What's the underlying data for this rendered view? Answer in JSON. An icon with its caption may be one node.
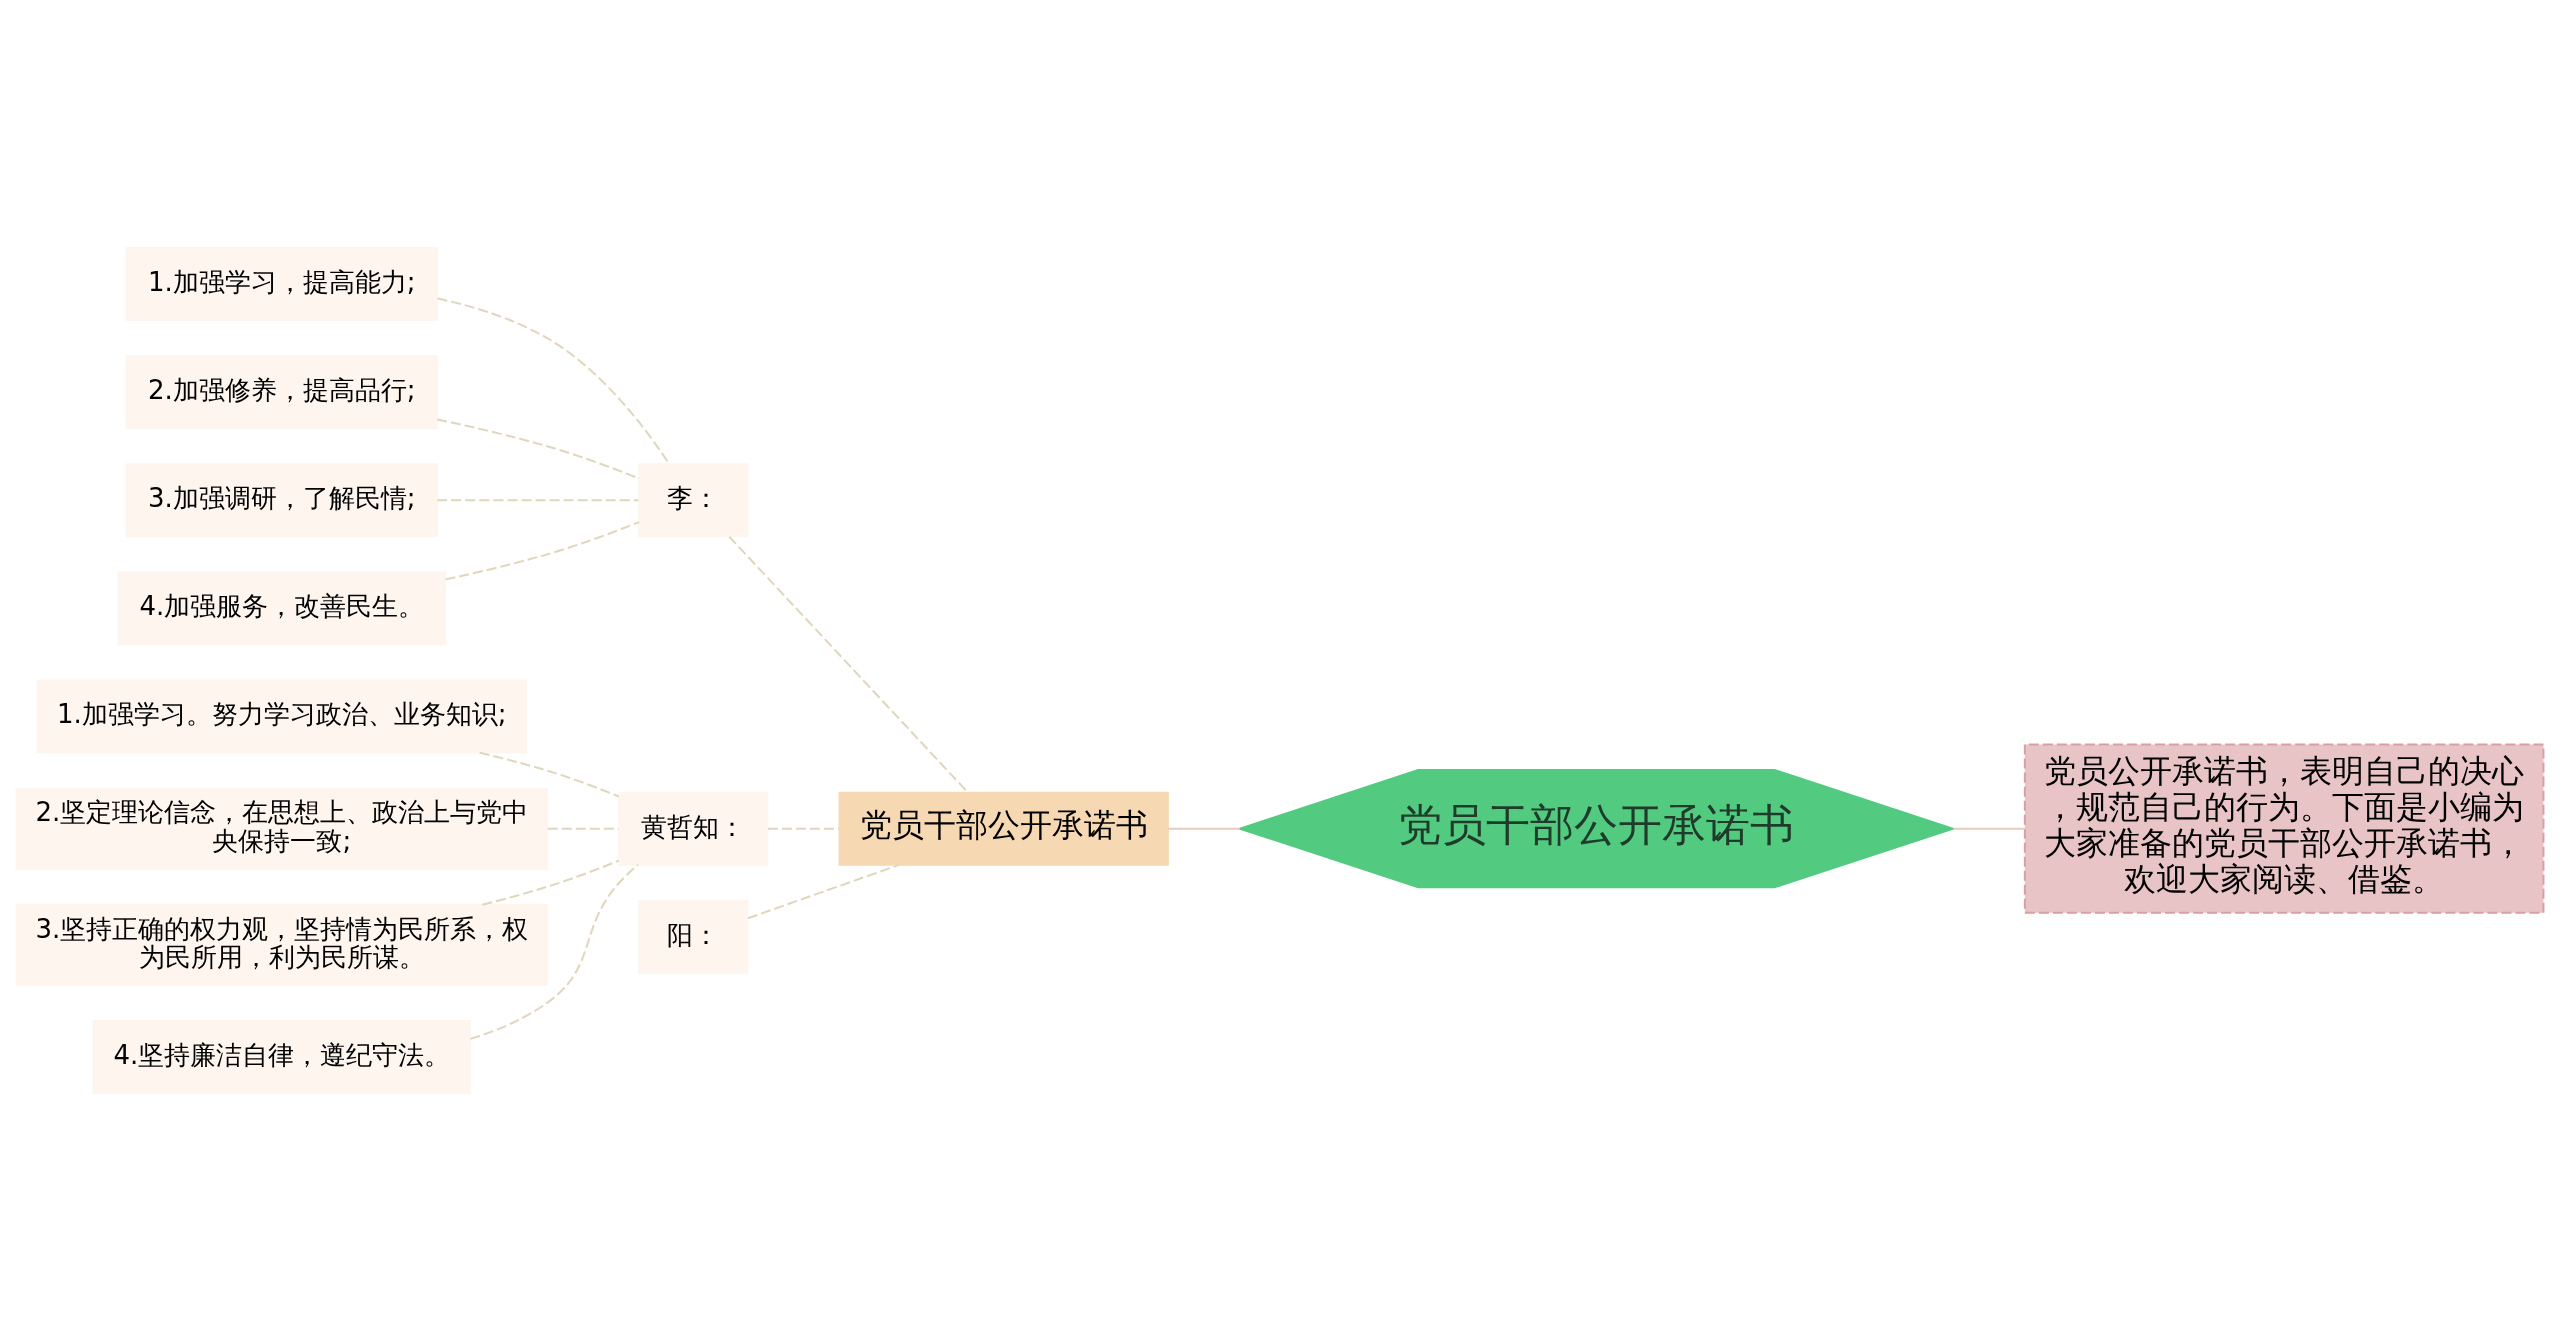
{
  "diagram": {
    "nodes": [
      {
        "text": [
          "党员干部公开承诺书"
        ]
      },
      {
        "text": [
          "党员公开承诺书，表明自己的决心，规范自己的行为。下面是小编为大家准备的党员干部公开承诺书，欢迎大家阅读、借鉴。"
        ]
      },
      {
        "text": [
          "党员干部公开承诺书"
        ]
      },
      {
        "text": [
          "李："
        ]
      },
      {
        "text": [
          "1.加强学习，提高能力;"
        ]
      },
      {
        "text": [
          "2.加强修养，提高品行;"
        ]
      },
      {
        "text": [
          "3.加强调研，了解民情;"
        ]
      },
      {
        "text": [
          "4.加强服务，改善民生。"
        ]
      },
      {
        "text": [
          "黄哲知："
        ]
      },
      {
        "text": [
          "1.加强学习。努力学习政治、业务知识;"
        ]
      },
      {
        "text": [
          "2.坚定理论信念，在思想上、政治上与党中央保持一致;"
        ]
      },
      {
        "text": [
          "3.坚持正确的权力观，坚持情为民所系，权为民所用，利为民所谋。"
        ]
      },
      {
        "text": [
          "4.坚持廉洁自律，遵纪守法。"
        ]
      },
      {
        "text": [
          "阳："
        ]
      }
    ],
    "edges": [
      {
        "from": 0,
        "to": 1,
        "arrow": "none",
        "color": "#e8cbbb"
      },
      {
        "from": 0,
        "to": 2,
        "arrow": "none",
        "color": "#e8cbbb"
      },
      {
        "from": 2,
        "to": 3,
        "arrow": "none",
        "style": "dashed"
      },
      {
        "from": 2,
        "to": 8,
        "arrow": "none",
        "style": "dashed"
      },
      {
        "from": 2,
        "to": 13,
        "arrow": "none",
        "style": "dashed"
      },
      {
        "from": 3,
        "to": 4,
        "arrow": "none",
        "style": "dashed"
      },
      {
        "from": 3,
        "to": 5,
        "arrow": "none",
        "style": "dashed"
      },
      {
        "from": 3,
        "to": 6,
        "arrow": "none",
        "style": "dashed"
      },
      {
        "from": 3,
        "to": 7,
        "arrow": "none",
        "style": "dashed"
      },
      {
        "from": 8,
        "to": 9,
        "arrow": "none",
        "style": "dashed"
      },
      {
        "from": 8,
        "to": 10,
        "arrow": "none",
        "style": "dashed"
      },
      {
        "from": 8,
        "to": 11,
        "arrow": "none",
        "style": "dashed"
      },
      {
        "from": 8,
        "to": 12,
        "arrow": "none",
        "style": "dashed"
      }
    ]
  }
}
